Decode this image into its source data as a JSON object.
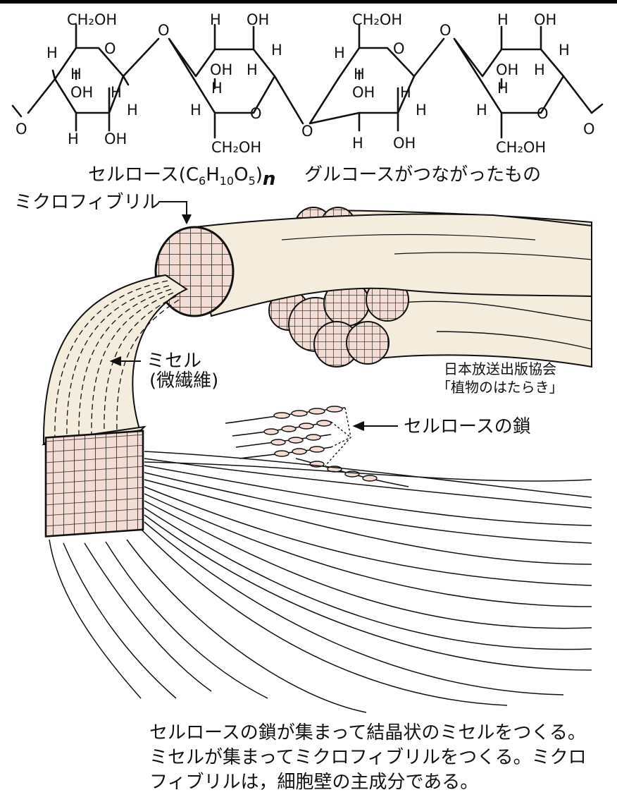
{
  "formula": {
    "name_prefix": "セルロース(C",
    "c_sub": "6",
    "h": "H",
    "h_sub": "10",
    "o": "O",
    "o_sub": "5",
    "close": ")",
    "n": "n",
    "description": "グルコースがつながったもの"
  },
  "atoms": {
    "ch2oh": "CH₂OH",
    "oh": "OH",
    "h": "H",
    "o": "O"
  },
  "labels": {
    "microfibril": "ミクロフィブリル",
    "micelle": "ミセル",
    "micelle_sub": "(微繊維)",
    "chain": "セルロースの鎖",
    "source_line1": "日本放送出版協会",
    "source_line2": "「植物のはたらき」"
  },
  "caption": [
    "セルロースの鎖が集まって結晶状のミセルをつくる。",
    "ミセルが集まってミクロフィブリルをつくる。ミクロ",
    "フィブリルは，細胞壁の主成分である。"
  ],
  "colors": {
    "fiber_fill": "#f4ecdc",
    "cross_section_fill": "#f3dcd4",
    "ink": "#111111"
  }
}
